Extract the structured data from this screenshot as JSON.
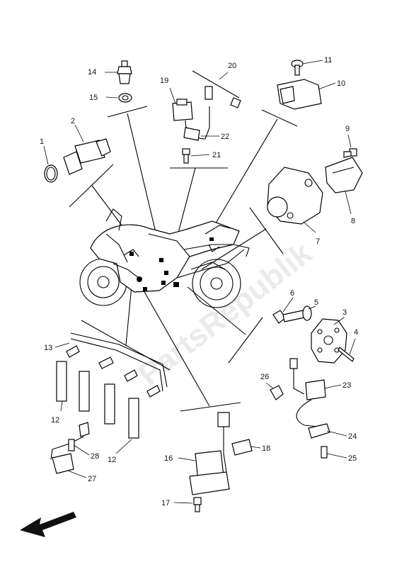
{
  "watermark": "PartsRepublik",
  "callouts": [
    {
      "id": "c1",
      "label": "1"
    },
    {
      "id": "c2",
      "label": "2"
    },
    {
      "id": "c3",
      "label": "3"
    },
    {
      "id": "c4",
      "label": "4"
    },
    {
      "id": "c5",
      "label": "5"
    },
    {
      "id": "c6",
      "label": "6"
    },
    {
      "id": "c7",
      "label": "7"
    },
    {
      "id": "c8",
      "label": "8"
    },
    {
      "id": "c9",
      "label": "9"
    },
    {
      "id": "c10",
      "label": "10"
    },
    {
      "id": "c11",
      "label": "11"
    },
    {
      "id": "c12a",
      "label": "12"
    },
    {
      "id": "c12b",
      "label": "12"
    },
    {
      "id": "c13",
      "label": "13"
    },
    {
      "id": "c14",
      "label": "14"
    },
    {
      "id": "c15",
      "label": "15"
    },
    {
      "id": "c16",
      "label": "16"
    },
    {
      "id": "c17",
      "label": "17"
    },
    {
      "id": "c18",
      "label": "18"
    },
    {
      "id": "c19",
      "label": "19"
    },
    {
      "id": "c20",
      "label": "20"
    },
    {
      "id": "c21",
      "label": "21"
    },
    {
      "id": "c22",
      "label": "22"
    },
    {
      "id": "c23",
      "label": "23"
    },
    {
      "id": "c24",
      "label": "24"
    },
    {
      "id": "c25",
      "label": "25"
    },
    {
      "id": "c26",
      "label": "26"
    },
    {
      "id": "c27",
      "label": "27"
    },
    {
      "id": "c28",
      "label": "28"
    }
  ]
}
